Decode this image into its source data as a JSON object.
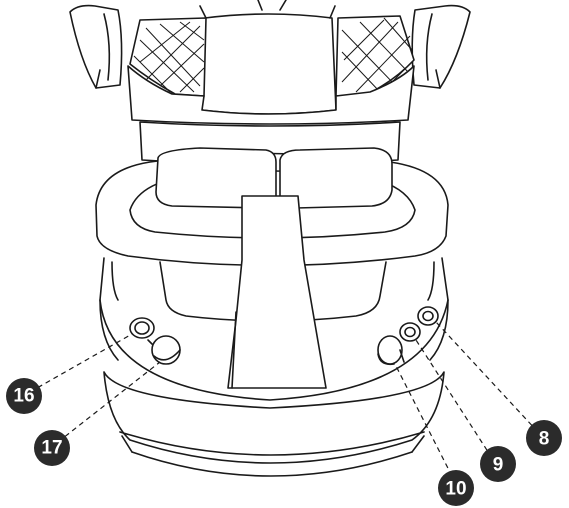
{
  "diagram": {
    "callout_color": "#2b2b2b",
    "line_color": "#1a1a1a",
    "callouts": [
      {
        "id": "c16",
        "label": "16"
      },
      {
        "id": "c17",
        "label": "17"
      },
      {
        "id": "c10",
        "label": "10"
      },
      {
        "id": "c9",
        "label": "9"
      },
      {
        "id": "c8",
        "label": "8"
      }
    ]
  }
}
